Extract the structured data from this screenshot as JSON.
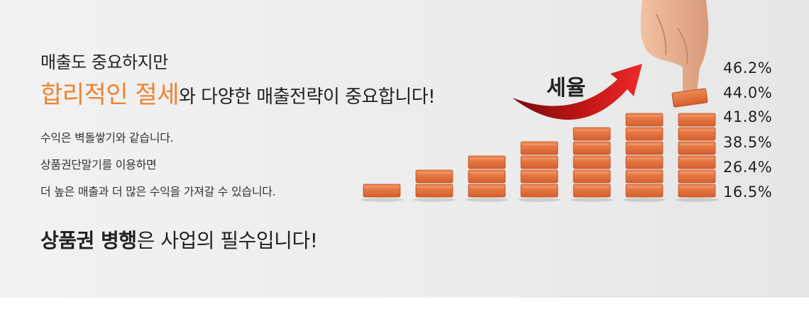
{
  "headline": {
    "line1": "매출도 중요하지만",
    "highlight": "합리적인 절세",
    "rest": "와 다양한 매출전략이 중요합니다!"
  },
  "description": [
    "수익은 벽돌쌓기와 같습니다.",
    "상품권단말기를 이용하면",
    "더 높은 매출과 더 많은 수익을 가져갈 수 있습니다."
  ],
  "footer": {
    "bold": "상품권 병행",
    "rest": "은 사업의 필수입니다!"
  },
  "arrow_label": "세율",
  "percentages": [
    "46.2%",
    "44.0%",
    "41.8%",
    "38.5%",
    "26.4%",
    "16.5%"
  ],
  "brick_stacks": [
    1,
    2,
    3,
    4,
    5,
    6,
    6
  ],
  "colors": {
    "accent": "#f0822d",
    "brick": "#e8743f",
    "arrow": "#d81e1e"
  }
}
